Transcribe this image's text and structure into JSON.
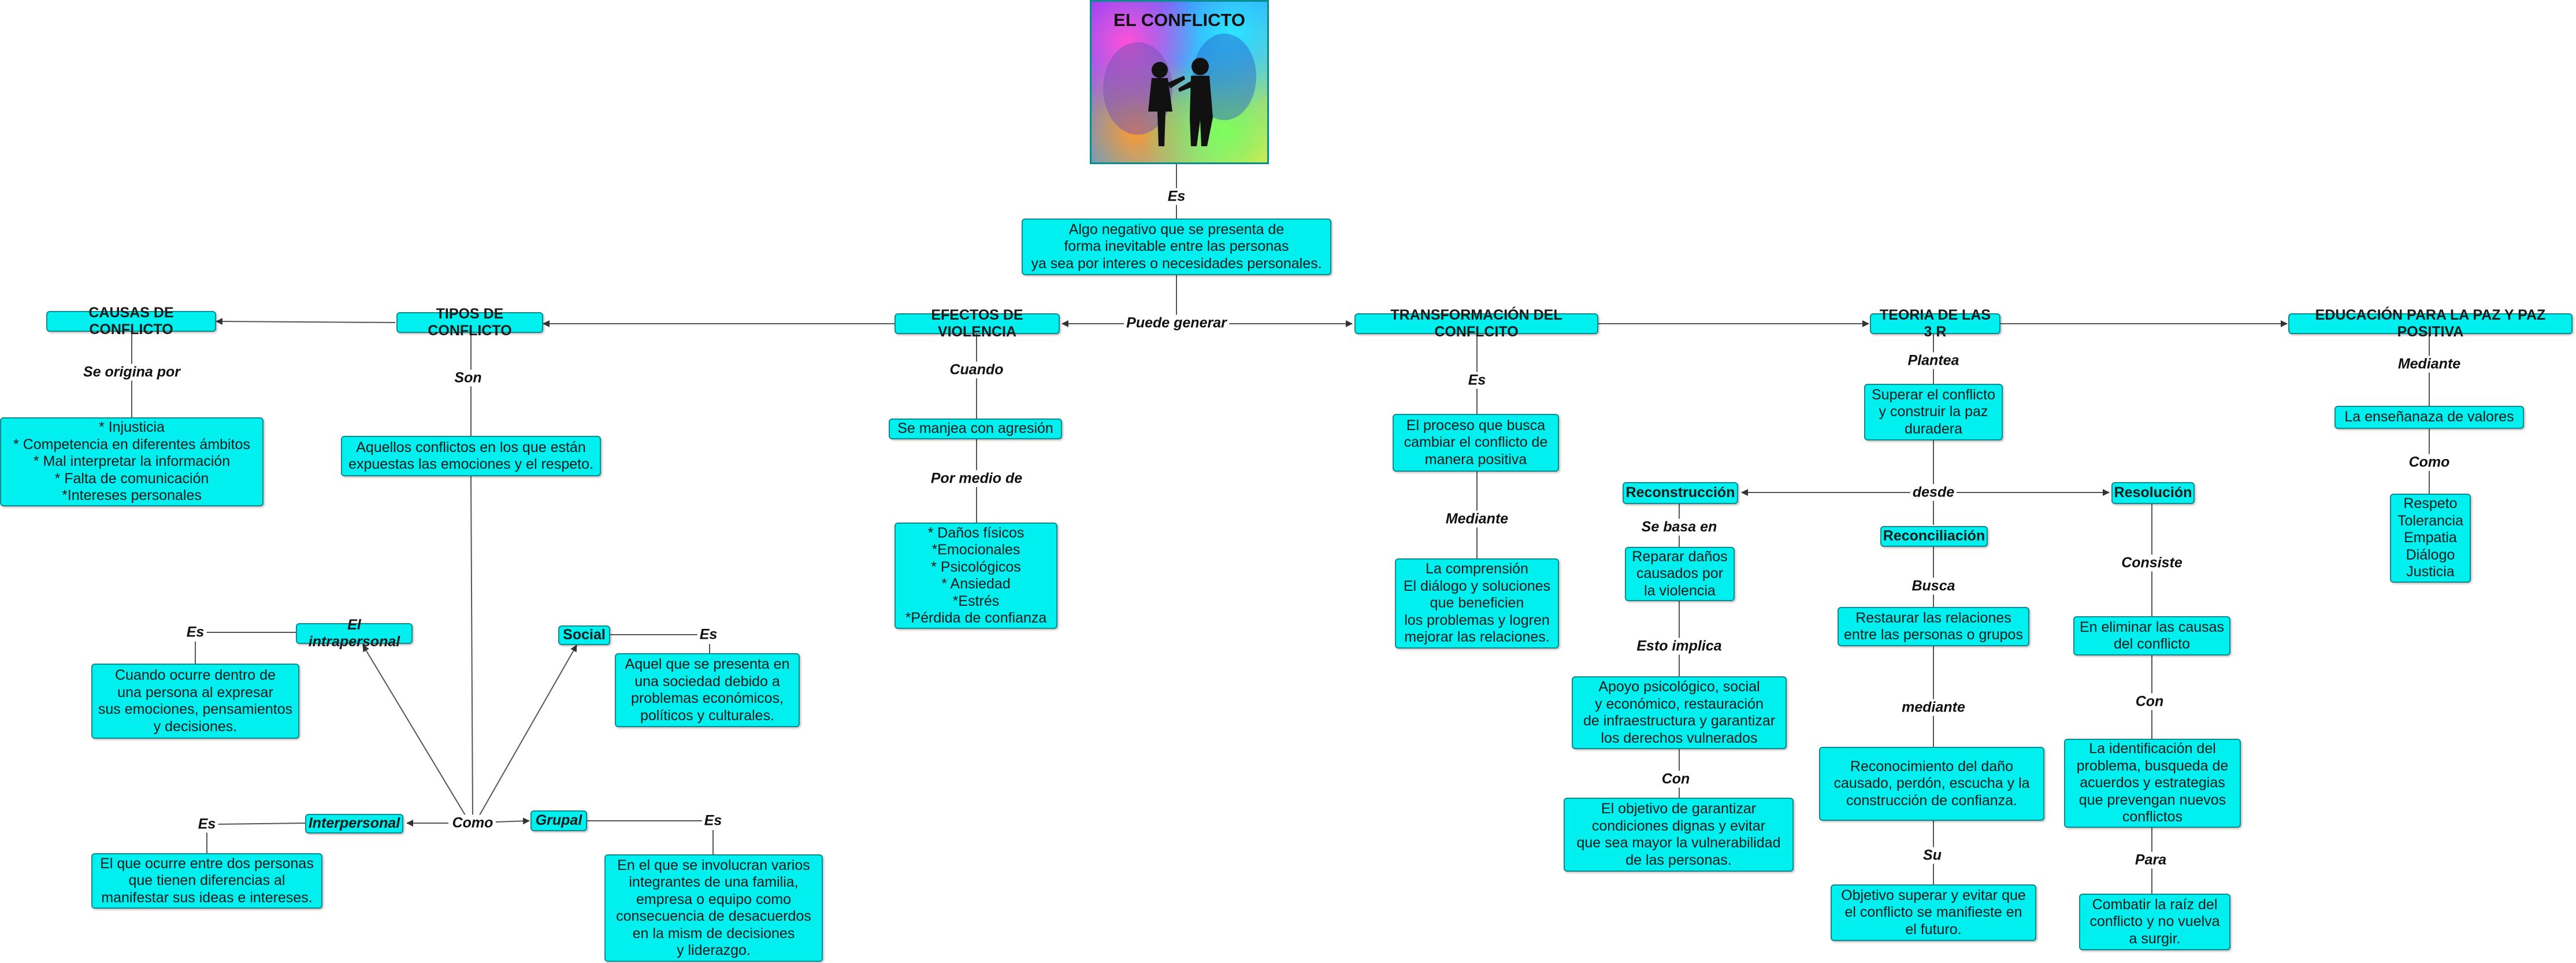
{
  "title": "EL CONFLICTO",
  "nodes": {
    "definition": "Algo  negativo que se presenta de\nforma inevitable entre las personas\nya sea por interes o necesidades personales.",
    "causas": "CAUSAS DE CONFLICTO",
    "causas_list": "* Injusticia\n* Competencia en diferentes ámbitos\n* Mal interpretar la información\n* Falta de comunicación\n*Intereses personales",
    "tipos": "TIPOS DE CONFLICTO",
    "tipos_desc": "Aquellos conflictos en los que están\nexpuestas las emociones y el respeto.",
    "intrapersonal": "El intrapersonal",
    "intrapersonal_desc": "Cuando ocurre dentro de\nuna persona al expresar\nsus emociones, pensamientos\ny decisiones.",
    "social": "Social",
    "social_desc": "Aquel que se presenta en\nuna sociedad debido a\nproblemas económicos,\npolíticos y culturales.",
    "interpersonal": "Interpersonal",
    "interpersonal_desc": "El que ocurre  entre dos personas\nque tienen diferencias al\nmanifestar sus ideas e intereses.",
    "grupal": "Grupal",
    "grupal_desc": "En el que se involucran varios\nintegrantes de una familia,\nempresa o equipo como\nconsecuencia de desacuerdos\nen la mism de decisiones\ny liderazgo.",
    "efectos": "EFECTOS DE VIOLENCIA",
    "agresion": "Se manjea con agresión",
    "danos": "* Daños físicos\n*Emocionales\n* Psicológicos\n* Ansiedad\n*Estrés\n*Pérdida de confianza",
    "transformacion": "TRANSFORMACIÓN DEL CONFLCITO",
    "proceso": "El proceso que busca\ncambiar el conflicto de\nmanera positiva",
    "comprension": "La comprensión\nEl diálogo y soluciones\nque beneficien\nlos problemas y  logren\nmejorar las relaciones.",
    "teoria": "TEORIA DE LAS 3 R",
    "superar": "Superar el conflicto\ny construir la paz\nduradera",
    "reconstruccion": "Reconstrucción",
    "reparar": "Reparar daños\ncausados por\nla violencia",
    "apoyo": "Apoyo psicológico, social\ny económico, restauración\nde infraestructura y garantizar\nlos derechos vulnerados",
    "objetivo_garantizar": "El objetivo de garantizar\ncondiciones dignas y evitar\nque sea mayor la vulnerabilidad\nde las personas.",
    "reconciliacion": "Reconciliación",
    "restaurar": "Restaurar  las relaciones\nentre las personas o grupos",
    "reconocimiento": "Reconocimiento del daño\ncausado, perdón, escucha y la\nconstrucción de confianza.",
    "objetivo_superar": "Objetivo superar y evitar que\nel conflicto se manifieste en\nel futuro.",
    "resolucion": "Resolución",
    "eliminar": "En eliminar las causas\ndel conflicto",
    "identificacion": "La identificación del\nproblema, busqueda de\nacuerdos y estrategias\nque prevengan nuevos\nconflictos",
    "combatir": "Combatir la raíz del\nconflicto y no vuelva\na surgir.",
    "educacion": "EDUCACIÓN PARA LA PAZ Y PAZ POSITIVA",
    "ensenanza": "La enseñanaza de valores",
    "valores": "Respeto\nTolerancia\nEmpatia\nDiálogo\nJusticia"
  },
  "labels": {
    "es_top": "Es",
    "puede_generar": "Puede generar",
    "se_origina_por": "Se origina por",
    "son": "Son",
    "es_intrapersonal": "Es",
    "es_social": "Es",
    "como_tipos": "Como",
    "es_interpersonal": "Es",
    "es_grupal": "Es",
    "cuando": "Cuando",
    "por_medio_de": "Por medio de",
    "es_transformacion": "Es",
    "mediante_transformacion": "Mediante",
    "plantea": "Plantea",
    "desde": "desde",
    "se_basa_en": "Se basa en",
    "esto_implica": "Esto implica",
    "con_reconstruccion": "Con",
    "busca": "Busca",
    "mediante_reconciliacion": "mediante",
    "su": "Su",
    "consiste": "Consiste",
    "con_resolucion": "Con",
    "para": "Para",
    "mediante_educacion": "Mediante",
    "como_educacion": "Como"
  },
  "colors": {
    "node_fill": "#00f0f0",
    "node_border": "#0a8c8c",
    "line": "#555555"
  }
}
